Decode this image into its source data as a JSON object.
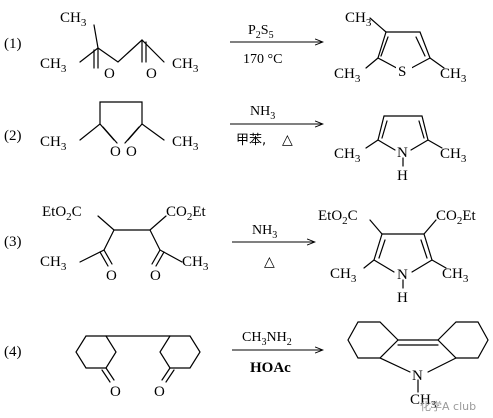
{
  "reactions": [
    {
      "number": "(1)",
      "reagent": "P",
      "reagent_sub": "2",
      "reagent2": "S",
      "reagent2_sub": "5",
      "condition": "170 °C",
      "reactant_labels": {
        "methyl_top": "CH",
        "methyl_top_sub": "3",
        "methyl_left": "CH",
        "methyl_left_sub": "3",
        "methyl_right": "CH",
        "methyl_right_sub": "3",
        "o1": "O",
        "o2": "O"
      },
      "product_labels": {
        "me_top": "CH",
        "me_top_sub": "3",
        "me_left": "CH",
        "me_left_sub": "3",
        "me_right": "CH",
        "me_right_sub": "3",
        "heteroatom": "S"
      }
    },
    {
      "number": "(2)",
      "reagent": "NH",
      "reagent_sub": "3",
      "condition_text": "甲苯,",
      "condition_symbol": "△",
      "reactant_labels": {
        "methyl_left": "CH",
        "methyl_left_sub": "3",
        "methyl_right": "CH",
        "methyl_right_sub": "3",
        "o1": "O",
        "o2": "O"
      },
      "product_labels": {
        "me_left": "CH",
        "me_left_sub": "3",
        "me_right": "CH",
        "me_right_sub": "3",
        "n": "N",
        "h": "H"
      }
    },
    {
      "number": "(3)",
      "reagent": "NH",
      "reagent_sub": "3",
      "condition_symbol": "△",
      "reactant_labels": {
        "ester_left": "EtO",
        "ester_left_sub": "2",
        "ester_left_end": "C",
        "ester_right": "CO",
        "ester_right_sub": "2",
        "ester_right_end": "Et",
        "methyl_left": "CH",
        "methyl_left_sub": "3",
        "methyl_right": "CH",
        "methyl_right_sub": "3",
        "o1": "O",
        "o2": "O"
      },
      "product_labels": {
        "ester_left": "EtO",
        "ester_left_sub": "2",
        "ester_left_end": "C",
        "ester_right": "CO",
        "ester_right_sub": "2",
        "ester_right_end": "Et",
        "me_left": "CH",
        "me_left_sub": "3",
        "me_right": "CH",
        "me_right_sub": "3",
        "n": "N",
        "h": "H"
      }
    },
    {
      "number": "(4)",
      "reagent": "CH",
      "reagent_sub": "3",
      "reagent_end": "NH",
      "reagent_end_sub": "2",
      "condition": "HOAc",
      "reactant_labels": {
        "o1": "O",
        "o2": "O"
      },
      "product_labels": {
        "n": "N",
        "me": "CH",
        "me_sub": "3"
      }
    }
  ],
  "watermark": "化学A club"
}
